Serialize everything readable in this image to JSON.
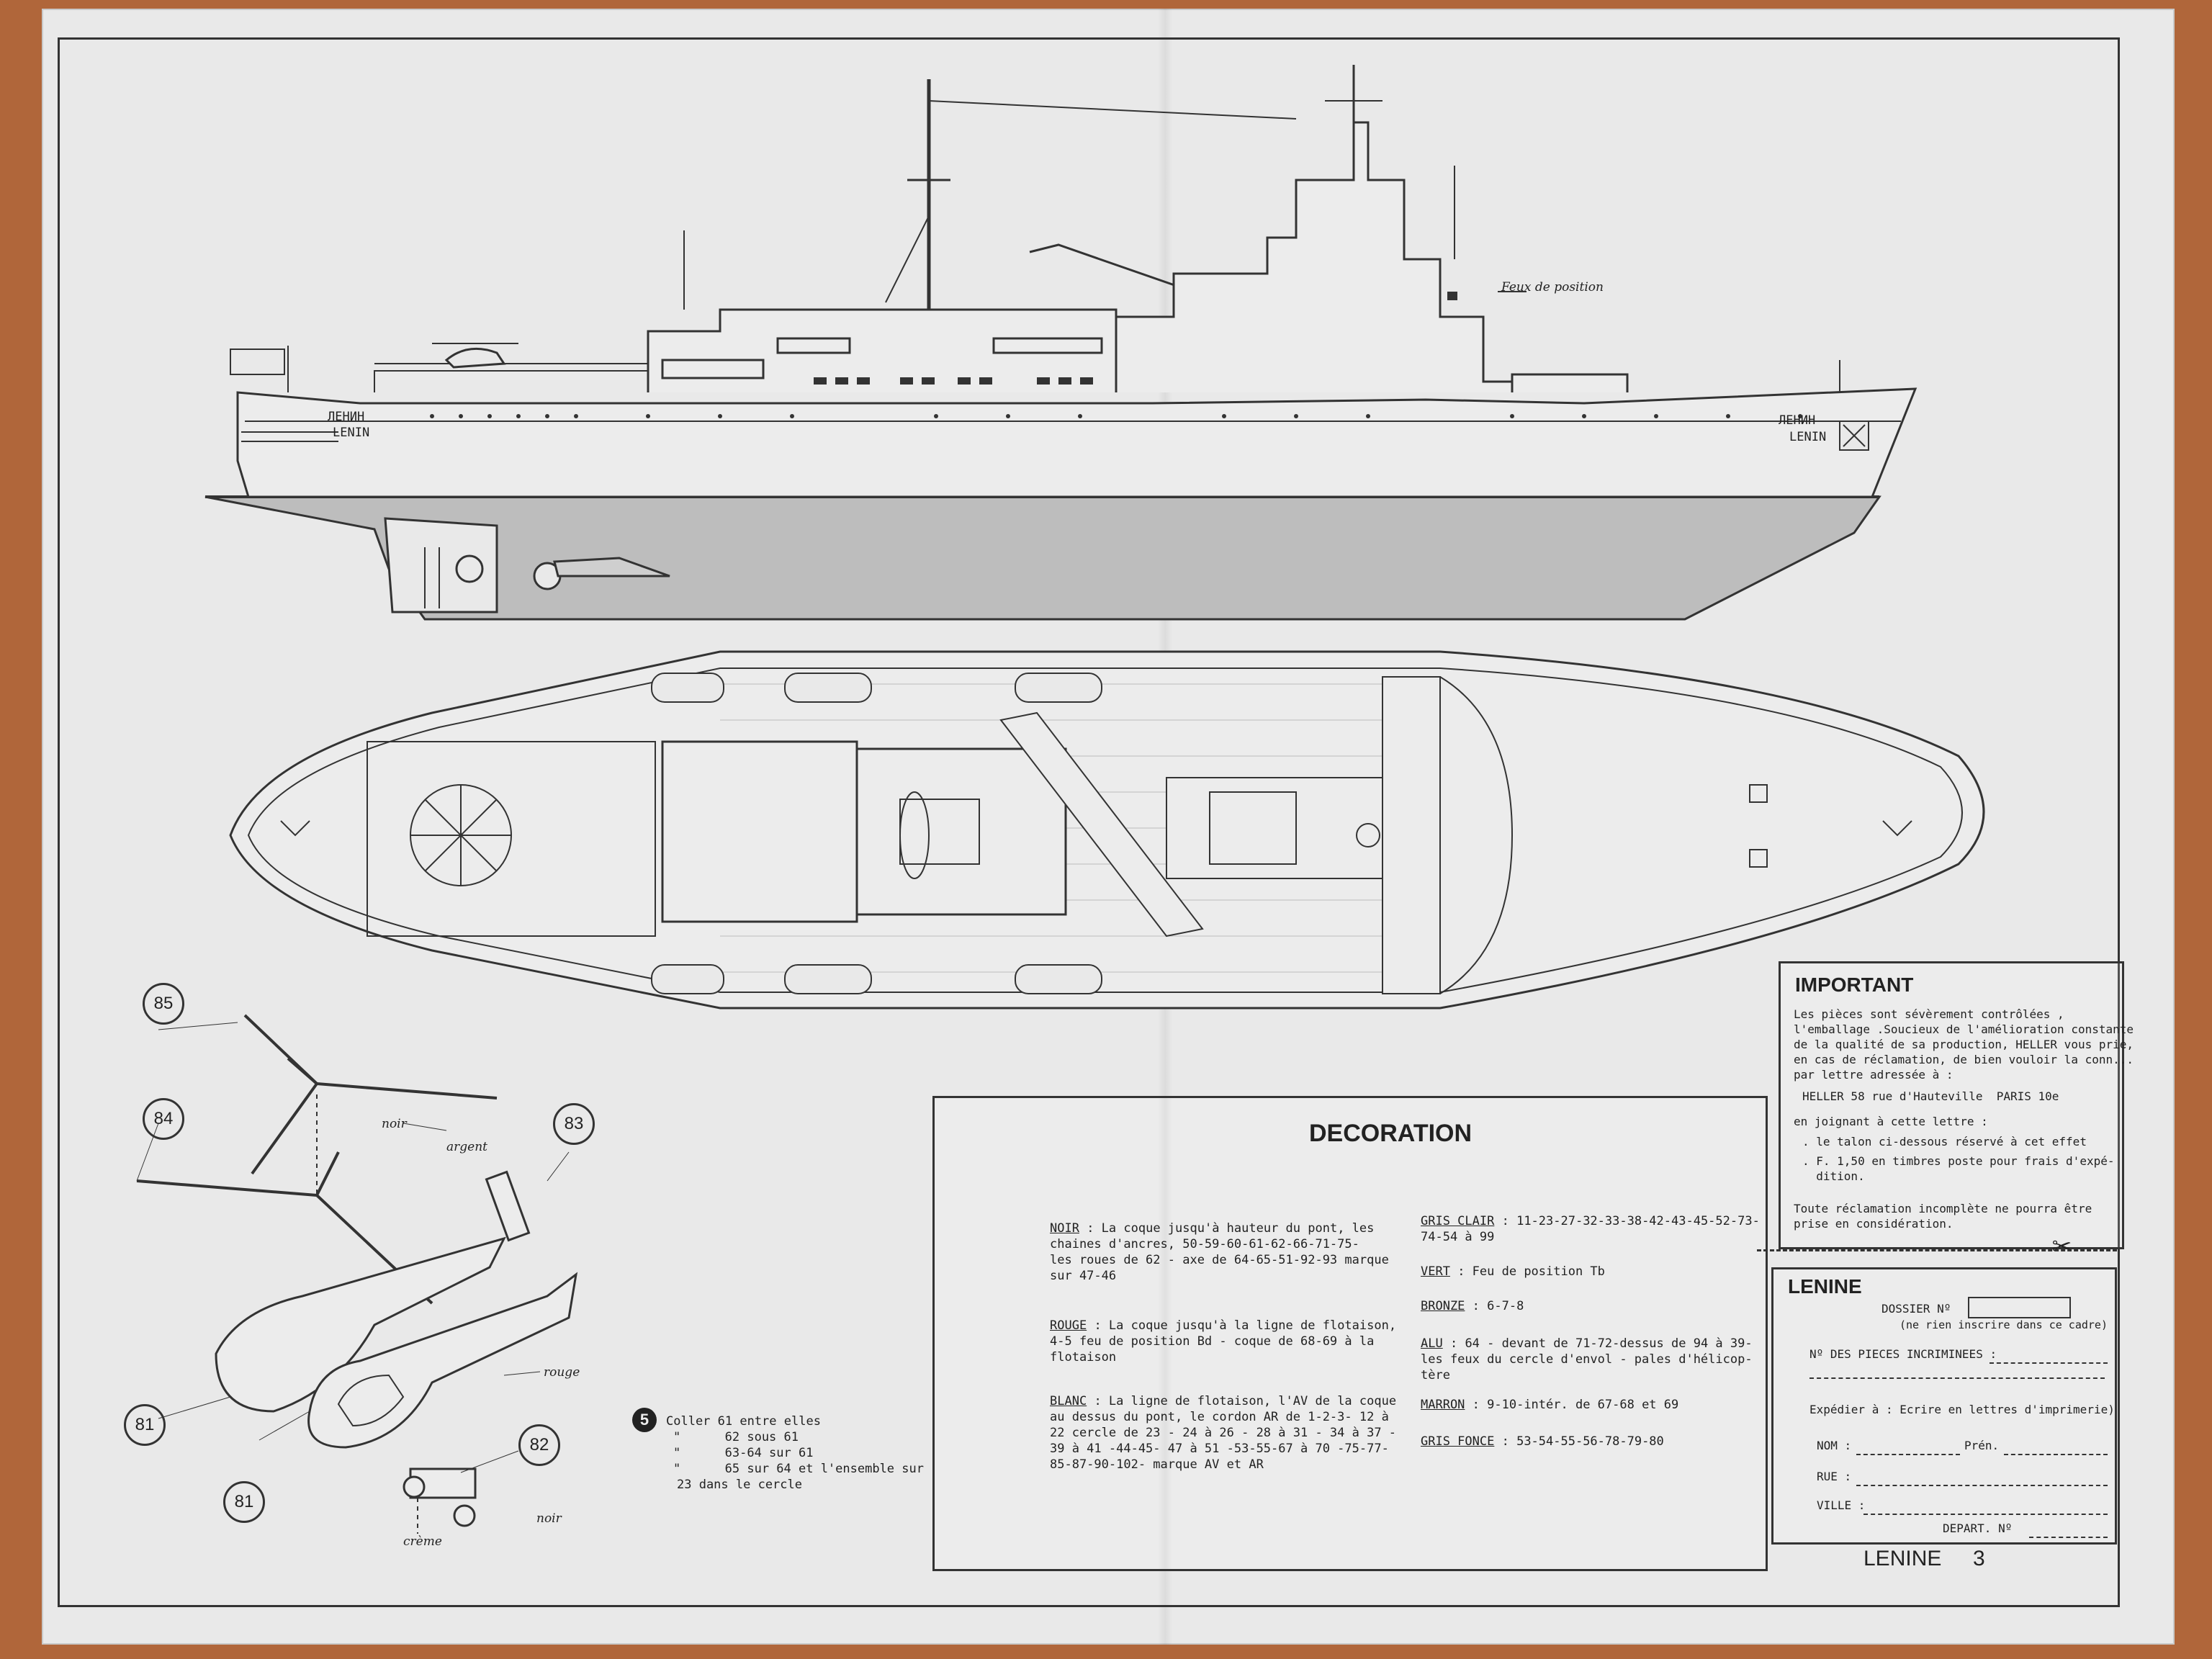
{
  "ship": {
    "bow_name_cyr": "ЛЕНИН",
    "bow_name_lat": "LENIN",
    "stern_name_cyr": "ЛЕНИН",
    "stern_name_lat": "LENIN",
    "feux_label": "Feux de position"
  },
  "heli_labels": {
    "noir1": "noir",
    "argent": "argent",
    "rouge": "rouge",
    "noir2": "noir",
    "creme": "crème"
  },
  "part_numbers": [
    "85",
    "84",
    "83",
    "81",
    "82",
    "81"
  ],
  "step": {
    "number": "5",
    "line1": "Coller 61 entre elles",
    "line2": "\"      62 sous 61",
    "line3": "\"      63-64 sur 61",
    "line4": "\"      65 sur 64 et l'ensemble sur",
    "line5": "23 dans le cercle"
  },
  "decoration": {
    "title": "DECORATION",
    "left": [
      {
        "key": "NOIR",
        "text": ": La coque jusqu'à hauteur du pont, les\nchaines d'ancres, 50-59-60-61-62-66-71-75-\nles roues de 62 - axe de 64-65-51-92-93 marque\nsur 47-46"
      },
      {
        "key": "ROUGE",
        "text": ": La coque jusqu'à la ligne de flotaison,\n4-5 feu de position Bd - coque de 68-69 à la\nflotaison"
      },
      {
        "key": "BLANC",
        "text": ": La ligne de flotaison, l'AV de la coque\nau dessus du pont, le cordon AR de 1-2-3- 12 à\n22 cercle de 23 - 24 à 26 - 28 à 31 - 34 à 37 -\n39 à 41 -44-45- 47 à 51 -53-55-67 à 70 -75-77-\n85-87-90-102- marque AV et AR"
      }
    ],
    "right": [
      {
        "key": "GRIS CLAIR",
        "text": ": 11-23-27-32-33-38-42-43-45-52-73-\n74-54 à 99"
      },
      {
        "key": "VERT",
        "text": ": Feu de position Tb"
      },
      {
        "key": "BRONZE",
        "text": ": 6-7-8"
      },
      {
        "key": "ALU",
        "text": ": 64 - devant de 71-72-dessus de 94 à 39-\nles feux du cercle d'envol - pales d'hélicop-\ntère"
      },
      {
        "key": "MARRON",
        "text": ": 9-10-intér. de 67-68 et 69"
      },
      {
        "key": "GRIS FONCE",
        "text": ": 53-54-55-56-78-79-80"
      }
    ]
  },
  "important": {
    "title": "IMPORTANT",
    "p1": "Les pièces sont sévèrement contrôlées ,\nl'emballage .Soucieux de l'amélioration constante\nde la qualité de sa production, HELLER vous prie,\nen cas de réclamation, de bien vouloir la conn...\npar lettre adressée à :",
    "address": "HELLER 58 rue d'Hauteville  PARIS 10e",
    "joining": "en joignant à cette lettre :",
    "b1": ". le talon ci-dessous réservé à cet effet",
    "b2": ". F. 1,50 en timbres poste pour frais d'expé-\n  dition.",
    "p2": "Toute réclamation incomplète ne pourra être\nprise en considération."
  },
  "coupon": {
    "title": "LENINE",
    "dossier": "DOSSIER Nº",
    "note": "(ne rien inscrire dans ce cadre)",
    "pieces": "Nº DES PIECES INCRIMINEES :",
    "expedier": "Expédier à : Ecrire en lettres d'imprimerie)",
    "nom": "NOM :",
    "prenom": "Prén.",
    "rue": "RUE :",
    "ville": "VILLE :",
    "depart": "DEPART. Nº"
  },
  "footer": {
    "name": "LENINE",
    "page": "3"
  }
}
